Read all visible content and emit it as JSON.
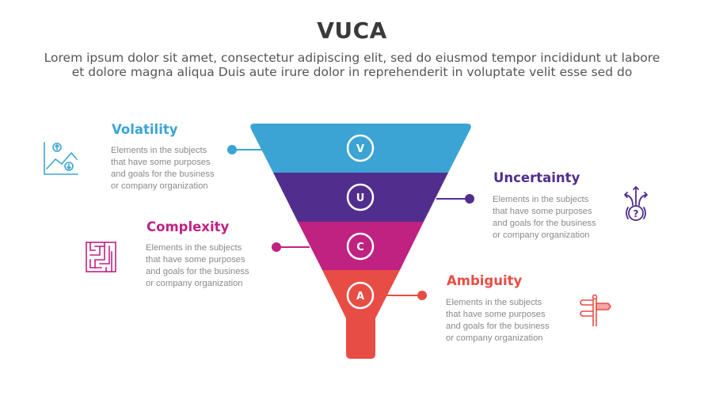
{
  "header": {
    "title": "VUCA",
    "subtitle_line1": "Lorem ipsum dolor sit amet, consectetur adipiscing elit, sed do eiusmod tempor incididunt ut labore",
    "subtitle_line2": "et dolore magna aliqua Duis aute irure dolor in reprehenderit in voluptate velit esse sed do"
  },
  "colors": {
    "volatility": "#3ba4d4",
    "uncertainty": "#512e8e",
    "complexity": "#c02282",
    "ambiguity": "#e84d45"
  },
  "items": [
    {
      "letter": "V",
      "title": "Volatility",
      "desc": "Elements in the subjects\nthat have some purposes\nand goals for the  business\nor company organization",
      "icon": "chart-up-down-icon",
      "side": "left"
    },
    {
      "letter": "U",
      "title": "Uncertainty",
      "desc": "Elements in the subjects\nthat have some purposes\nand goals for the  business\nor company organization",
      "icon": "question-arrows-icon",
      "side": "right"
    },
    {
      "letter": "C",
      "title": "Complexity",
      "desc": "Elements in the subjects\nthat have some purposes\nand goals for the  business\nor company organization",
      "icon": "maze-icon",
      "side": "left"
    },
    {
      "letter": "A",
      "title": "Ambiguity",
      "desc": "Elements in the subjects\nthat have some purposes\nand goals for the  business\nor company organization",
      "icon": "signpost-icon",
      "side": "right"
    }
  ]
}
